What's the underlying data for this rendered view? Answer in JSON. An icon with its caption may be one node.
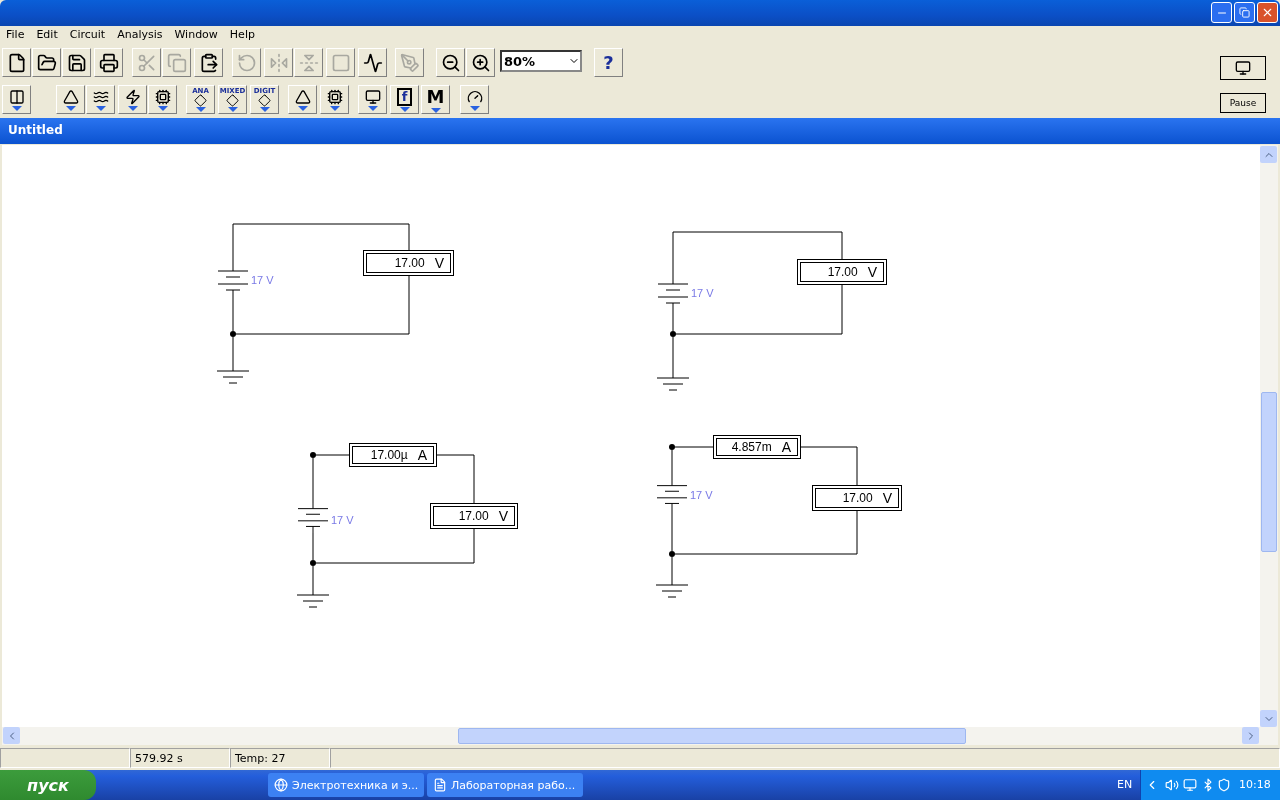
{
  "diagram": {
    "nodes": [
      {
        "text": [],
        "shape": "battery",
        "beside": [
          "17 V"
        ]
      },
      {
        "text": [
          "17.00",
          "V"
        ]
      },
      {
        "text": [],
        "shape": "dot"
      },
      {
        "text": [],
        "shape": "ground"
      },
      {
        "text": [],
        "shape": "battery",
        "beside": [
          "17 V"
        ]
      },
      {
        "text": [
          "17.00",
          "V"
        ]
      },
      {
        "text": [],
        "shape": "dot"
      },
      {
        "text": [],
        "shape": "ground"
      },
      {
        "text": [],
        "shape": "dot"
      },
      {
        "text": [
          "17.00µ",
          "A"
        ]
      },
      {
        "text": [],
        "shape": "battery",
        "beside": [
          "17 V"
        ]
      },
      {
        "text": [
          "17.00",
          "V"
        ]
      },
      {
        "text": [],
        "shape": "dot"
      },
      {
        "text": [],
        "shape": "ground"
      },
      {
        "text": [],
        "shape": "dot"
      },
      {
        "text": [
          "4.857m",
          "A"
        ]
      },
      {
        "text": [],
        "shape": "battery",
        "beside": [
          "17 V"
        ]
      },
      {
        "text": [
          "17.00",
          "V"
        ]
      },
      {
        "text": [],
        "shape": "dot"
      },
      {
        "text": [],
        "shape": "ground"
      }
    ],
    "edges": [
      {
        "from": 0,
        "to": 1,
        "arrow": "none"
      },
      {
        "from": 0,
        "to": 2,
        "arrow": "none"
      },
      {
        "from": 1,
        "to": 2,
        "arrow": "none"
      },
      {
        "from": 2,
        "to": 3,
        "arrow": "none"
      },
      {
        "from": 4,
        "to": 5,
        "arrow": "none"
      },
      {
        "from": 4,
        "to": 6,
        "arrow": "none"
      },
      {
        "from": 5,
        "to": 6,
        "arrow": "none"
      },
      {
        "from": 6,
        "to": 7,
        "arrow": "none"
      },
      {
        "from": 8,
        "to": 9,
        "arrow": "none"
      },
      {
        "from": 9,
        "to": 11,
        "arrow": "none"
      },
      {
        "from": 8,
        "to": 10,
        "arrow": "none"
      },
      {
        "from": 10,
        "to": 12,
        "arrow": "none"
      },
      {
        "from": 11,
        "to": 12,
        "arrow": "none"
      },
      {
        "from": 12,
        "to": 13,
        "arrow": "none"
      },
      {
        "from": 14,
        "to": 15,
        "arrow": "none"
      },
      {
        "from": 15,
        "to": 17,
        "arrow": "none"
      },
      {
        "from": 14,
        "to": 16,
        "arrow": "none"
      },
      {
        "from": 16,
        "to": 18,
        "arrow": "none"
      },
      {
        "from": 17,
        "to": 18,
        "arrow": "none"
      },
      {
        "from": 18,
        "to": 19,
        "arrow": "none"
      }
    ],
    "labels": [
      "File",
      "Edit",
      "Circuit",
      "Analysis",
      "Window",
      "Help",
      "80%",
      "?",
      "ANA",
      "MIXED",
      "DIGIT",
      "f",
      "M",
      "Pause",
      "Untitled",
      "579.92 s",
      "Temp: 27",
      "пуск",
      "Электротехника и э...",
      "Лабораторная рабо...",
      "EN",
      "10:18"
    ]
  }
}
